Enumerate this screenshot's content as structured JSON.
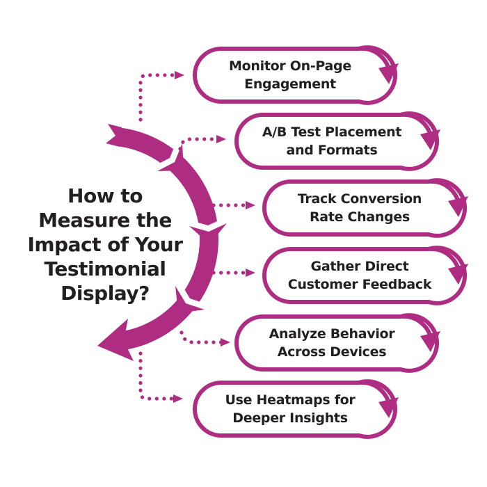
{
  "title": {
    "lines": [
      "How to",
      "Measure the",
      "Impact of Your",
      "Testimonial",
      "Display?"
    ]
  },
  "steps": [
    {
      "line1": "Monitor On-Page",
      "line2": "Engagement"
    },
    {
      "line1": "A/B Test Placement",
      "line2": "and Formats"
    },
    {
      "line1": "Track Conversion",
      "line2": "Rate Changes"
    },
    {
      "line1": "Gather Direct",
      "line2": "Customer Feedback"
    },
    {
      "line1": "Analyze Behavior",
      "line2": "Across Devices"
    },
    {
      "line1": "Use Heatmaps for",
      "line2": "Deeper Insights"
    }
  ],
  "colors": {
    "accent": "#ae2d83",
    "text": "#231f20",
    "background": "#ffffff"
  },
  "icons": {
    "spine": "curved-flow-arrow-icon",
    "connector": "dotted-arrow-icon",
    "step_end": "swoosh-arrow-icon"
  }
}
